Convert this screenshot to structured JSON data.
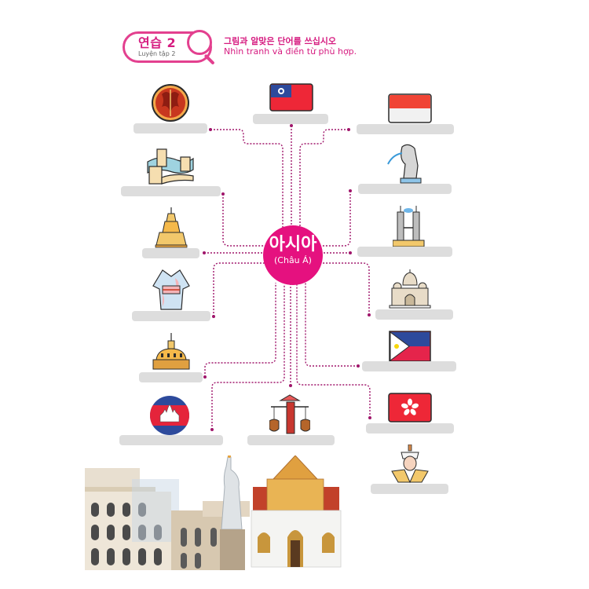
{
  "header": {
    "exercise_title": "연습 2",
    "exercise_subtitle": "Luyện tập 2",
    "instruction_ko": "그림과 알맞은 단어를 쓰십시오",
    "instruction_vi": "Nhìn tranh và điền từ phù hợp."
  },
  "center": {
    "label_ko": "아시아",
    "label_vi": "(Châu Á)"
  },
  "colors": {
    "accent_pink": "#e5117f",
    "line_purple": "#a0166b",
    "answer_box": "#dddddd"
  },
  "items": [
    {
      "id": "mongolia-emblem",
      "icon": "round-ornament-icon",
      "answer": ""
    },
    {
      "id": "great-wall",
      "icon": "great-wall-icon",
      "answer": ""
    },
    {
      "id": "thai-pagoda",
      "icon": "pagoda-icon",
      "answer": ""
    },
    {
      "id": "kimono",
      "icon": "kimono-icon",
      "answer": ""
    },
    {
      "id": "golden-stupa",
      "icon": "stupa-icon",
      "answer": ""
    },
    {
      "id": "cambodia-flag",
      "icon": "cambodia-flag-icon",
      "answer": ""
    },
    {
      "id": "taiwan-flag",
      "icon": "taiwan-flag-icon",
      "answer": ""
    },
    {
      "id": "vietnam-vendor",
      "icon": "vendor-icon",
      "answer": ""
    },
    {
      "id": "indonesia-flag",
      "icon": "indonesia-flag-icon",
      "answer": ""
    },
    {
      "id": "merlion",
      "icon": "merlion-icon",
      "answer": ""
    },
    {
      "id": "petronas-towers",
      "icon": "twin-towers-icon",
      "answer": ""
    },
    {
      "id": "taj-mahal",
      "icon": "taj-mahal-icon",
      "answer": ""
    },
    {
      "id": "philippines-flag",
      "icon": "philippines-flag-icon",
      "answer": ""
    },
    {
      "id": "hongkong-flag",
      "icon": "hongkong-flag-icon",
      "answer": ""
    },
    {
      "id": "king-costume",
      "icon": "royal-costume-icon",
      "answer": ""
    }
  ],
  "footer": {
    "illustration": "world-landmarks-watercolor"
  }
}
